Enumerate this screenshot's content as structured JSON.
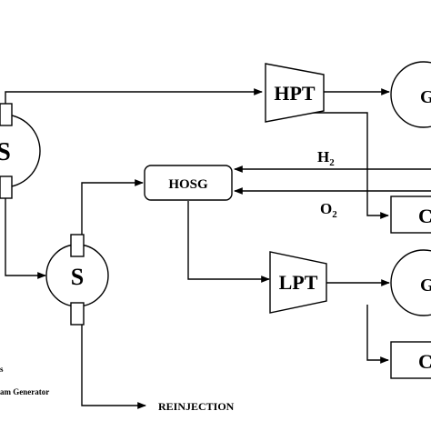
{
  "diagram": {
    "separator_top": {
      "label": "S"
    },
    "separator_bottom": {
      "label": "S"
    },
    "hp_turbine": {
      "label": "HPT"
    },
    "lp_turbine": {
      "label": "LPT"
    },
    "hosg": {
      "label": "HOSG"
    },
    "generator_top": {
      "label": "G"
    },
    "generator_bottom": {
      "label": "G"
    },
    "condenser_top": {
      "label": "C"
    },
    "condenser_bottom": {
      "label": "C"
    },
    "h2_label": {
      "symbol": "H",
      "sub": "2"
    },
    "o2_label": {
      "symbol": "O",
      "sub": "2"
    },
    "reinjection_label": "REINJECTION",
    "legend_line_1": "s",
    "legend_line_2": "am Generator"
  }
}
